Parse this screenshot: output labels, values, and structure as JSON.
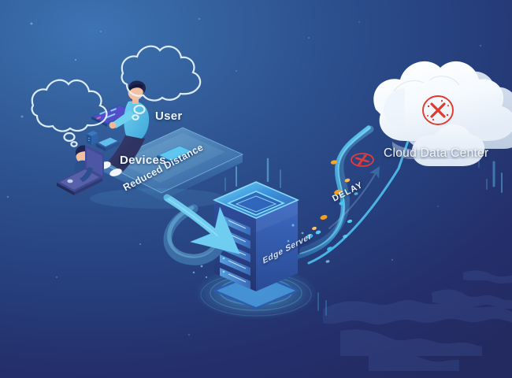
{
  "scene": {
    "title": "Edge Computing Architecture Illustration",
    "background": {
      "top_left_color": "#3d73b4",
      "bottom_right_color": "#232a60",
      "accent_cyan": "#45c8f0",
      "accent_orange": "#f5a623",
      "alert_red": "#e23b3b",
      "panel_blue": "#2b4d93"
    }
  },
  "labels": {
    "user": "User",
    "devices": "Devices",
    "reduced_distance": "Reduced Distance",
    "edge_server": "Edge Server",
    "delay": "DELAY",
    "cloud_data_center": "Cloud Data Center"
  },
  "icons": {
    "thought_bubble_large": "thought-bubble-icon",
    "thought_bubble_small": "thought-bubble-icon",
    "cloud": "cloud-icon",
    "blocked_marker": "red-x-circle-icon",
    "server": "server-rack-icon",
    "chip": "cpu-chip-icon",
    "laptop": "laptop-icon",
    "tablet": "tablet-icon",
    "smartphone": "smartphone-icon",
    "arrow_short": "curved-arrow-icon",
    "arrow_long": "long-arrow-icon",
    "world_map": "world-map-icon"
  },
  "figures": [
    {
      "name": "person-with-laptop",
      "device": "laptop"
    },
    {
      "name": "person-with-tablet",
      "device": "tablet"
    }
  ],
  "nodes": [
    {
      "name": "devices-platform",
      "label": "Devices"
    },
    {
      "name": "edge-server",
      "label": "Edge Server"
    },
    {
      "name": "cloud-data-center",
      "label": "Cloud Data Center"
    }
  ],
  "connections": [
    {
      "name": "devices-to-edge",
      "label": "Reduced Distance",
      "style": "short-curved-arrow"
    },
    {
      "name": "edge-to-cloud",
      "label": "DELAY",
      "style": "long-winding-path"
    }
  ]
}
